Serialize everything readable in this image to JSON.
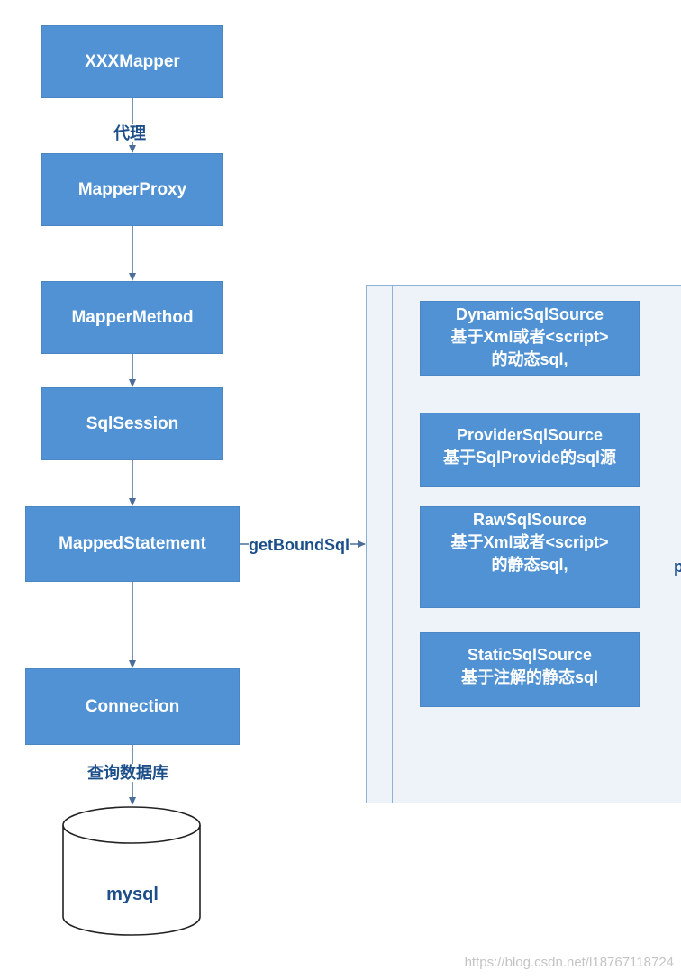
{
  "nodes": {
    "xxx_mapper": "XXXMapper",
    "mapper_proxy": "MapperProxy",
    "mapper_method": "MapperMethod",
    "sql_session": "SqlSession",
    "mapped_statement": "MappedStatement",
    "connection": "Connection",
    "database": "mysql"
  },
  "edge_labels": {
    "proxy": "代理",
    "get_bound_sql": "getBoundSql",
    "query_db": "查询数据库"
  },
  "sql_sources": [
    {
      "name": "DynamicSqlSource",
      "desc": "基于Xml或者<script>",
      "desc2": "的动态sql,"
    },
    {
      "name": "ProviderSqlSource",
      "desc": "基于SqlProvide的sql源",
      "desc2": ""
    },
    {
      "name": "RawSqlSource",
      "desc": "基于Xml或者<script>",
      "desc2": "的静态sql,"
    },
    {
      "name": "StaticSqlSource",
      "desc": "基于注解的静态sql",
      "desc2": ""
    }
  ],
  "cut_label": "p",
  "watermark": "https://blog.csdn.net/l18767118724",
  "colors": {
    "node_fill": "#5092d3",
    "line": "#4a6e99",
    "label_text": "#1c4f8a",
    "panel_fill": "#eef2f9"
  }
}
